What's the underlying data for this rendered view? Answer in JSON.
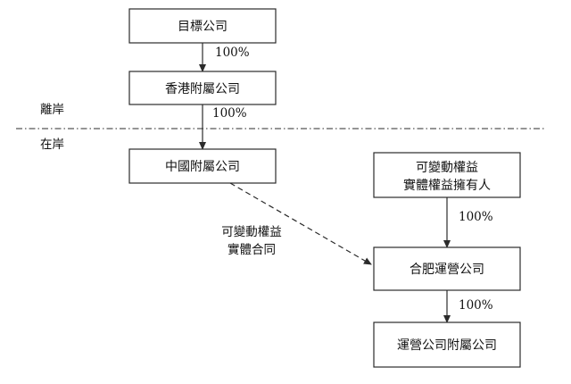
{
  "regions": {
    "offshore": "離岸",
    "onshore": "在岸"
  },
  "nodes": {
    "target": "目標公司",
    "hk_sub": "香港附屬公司",
    "prc_sub": "中國附屬公司",
    "vie_holders": [
      "可變動權益",
      "實體權益擁有人"
    ],
    "hefei_opco": "合肥運營公司",
    "opco_sub": "運營公司附屬公司"
  },
  "edges": {
    "target_to_hk": "100%",
    "hk_to_prc": "100%",
    "holders_to_hefei": "100%",
    "hefei_to_sub": "100%",
    "vie_contract": [
      "可變動權益",
      "實體合同"
    ]
  }
}
